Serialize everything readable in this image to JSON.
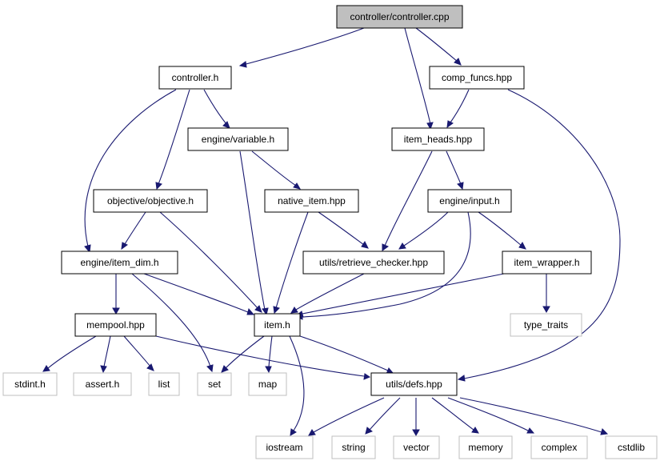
{
  "graph": {
    "nodes": {
      "controller_cpp": "controller/controller.cpp",
      "controller_h": "controller.h",
      "comp_funcs": "comp_funcs.hpp",
      "variable_h": "engine/variable.h",
      "item_heads": "item_heads.hpp",
      "objective_h": "objective/objective.h",
      "native_item": "native_item.hpp",
      "input_h": "engine/input.h",
      "item_dim": "engine/item_dim.h",
      "retrieve_checker": "utils/retrieve_checker.hpp",
      "item_wrapper": "item_wrapper.h",
      "mempool": "mempool.hpp",
      "item_h": "item.h",
      "type_traits": "type_traits",
      "stdint": "stdint.h",
      "assert": "assert.h",
      "list": "list",
      "set": "set",
      "map": "map",
      "defs": "utils/defs.hpp",
      "iostream": "iostream",
      "string": "string",
      "vector": "vector",
      "memory": "memory",
      "complex": "complex",
      "cstdlib": "cstdlib"
    },
    "colors": {
      "edge": "#191970",
      "root_fill": "#bfbfbf",
      "system_border": "#bfbfbf"
    }
  }
}
